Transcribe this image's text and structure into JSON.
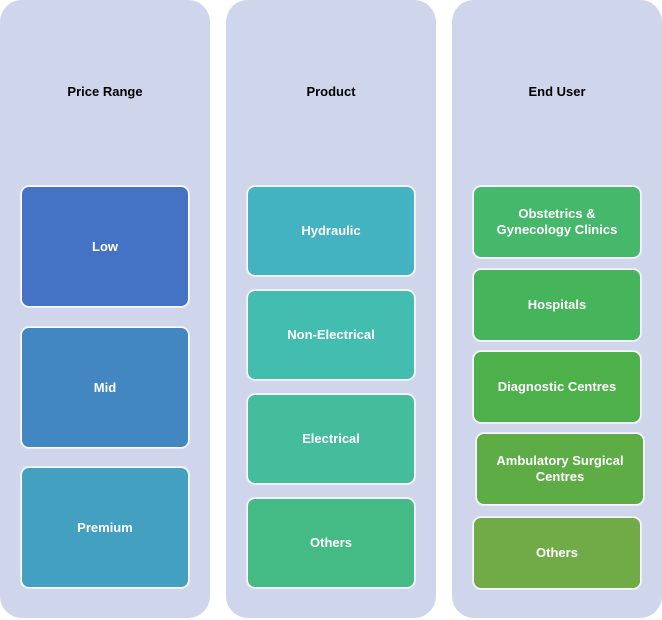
{
  "columns": [
    {
      "title": "Price Range",
      "items": [
        {
          "label": "Low",
          "color": "#4472c4"
        },
        {
          "label": "Mid",
          "color": "#4286c2"
        },
        {
          "label": "Premium",
          "color": "#43a0c0"
        }
      ]
    },
    {
      "title": "Product",
      "items": [
        {
          "label": "Hydraulic",
          "color": "#44b3c1"
        },
        {
          "label": "Non-Electrical",
          "color": "#44bdb1"
        },
        {
          "label": "Electrical",
          "color": "#43bd9b"
        },
        {
          "label": "Others",
          "color": "#44bb84"
        }
      ]
    },
    {
      "title": "End User",
      "items": [
        {
          "label": "Obstetrics & Gynecology Clinics",
          "color": "#45b86b"
        },
        {
          "label": "Hospitals",
          "color": "#46b45a"
        },
        {
          "label": "Diagnostic Centres",
          "color": "#4eb04b"
        },
        {
          "label": "Ambulatory Surgical Centres",
          "color": "#5eac46"
        },
        {
          "label": "Others",
          "color": "#70ab47"
        }
      ]
    }
  ]
}
